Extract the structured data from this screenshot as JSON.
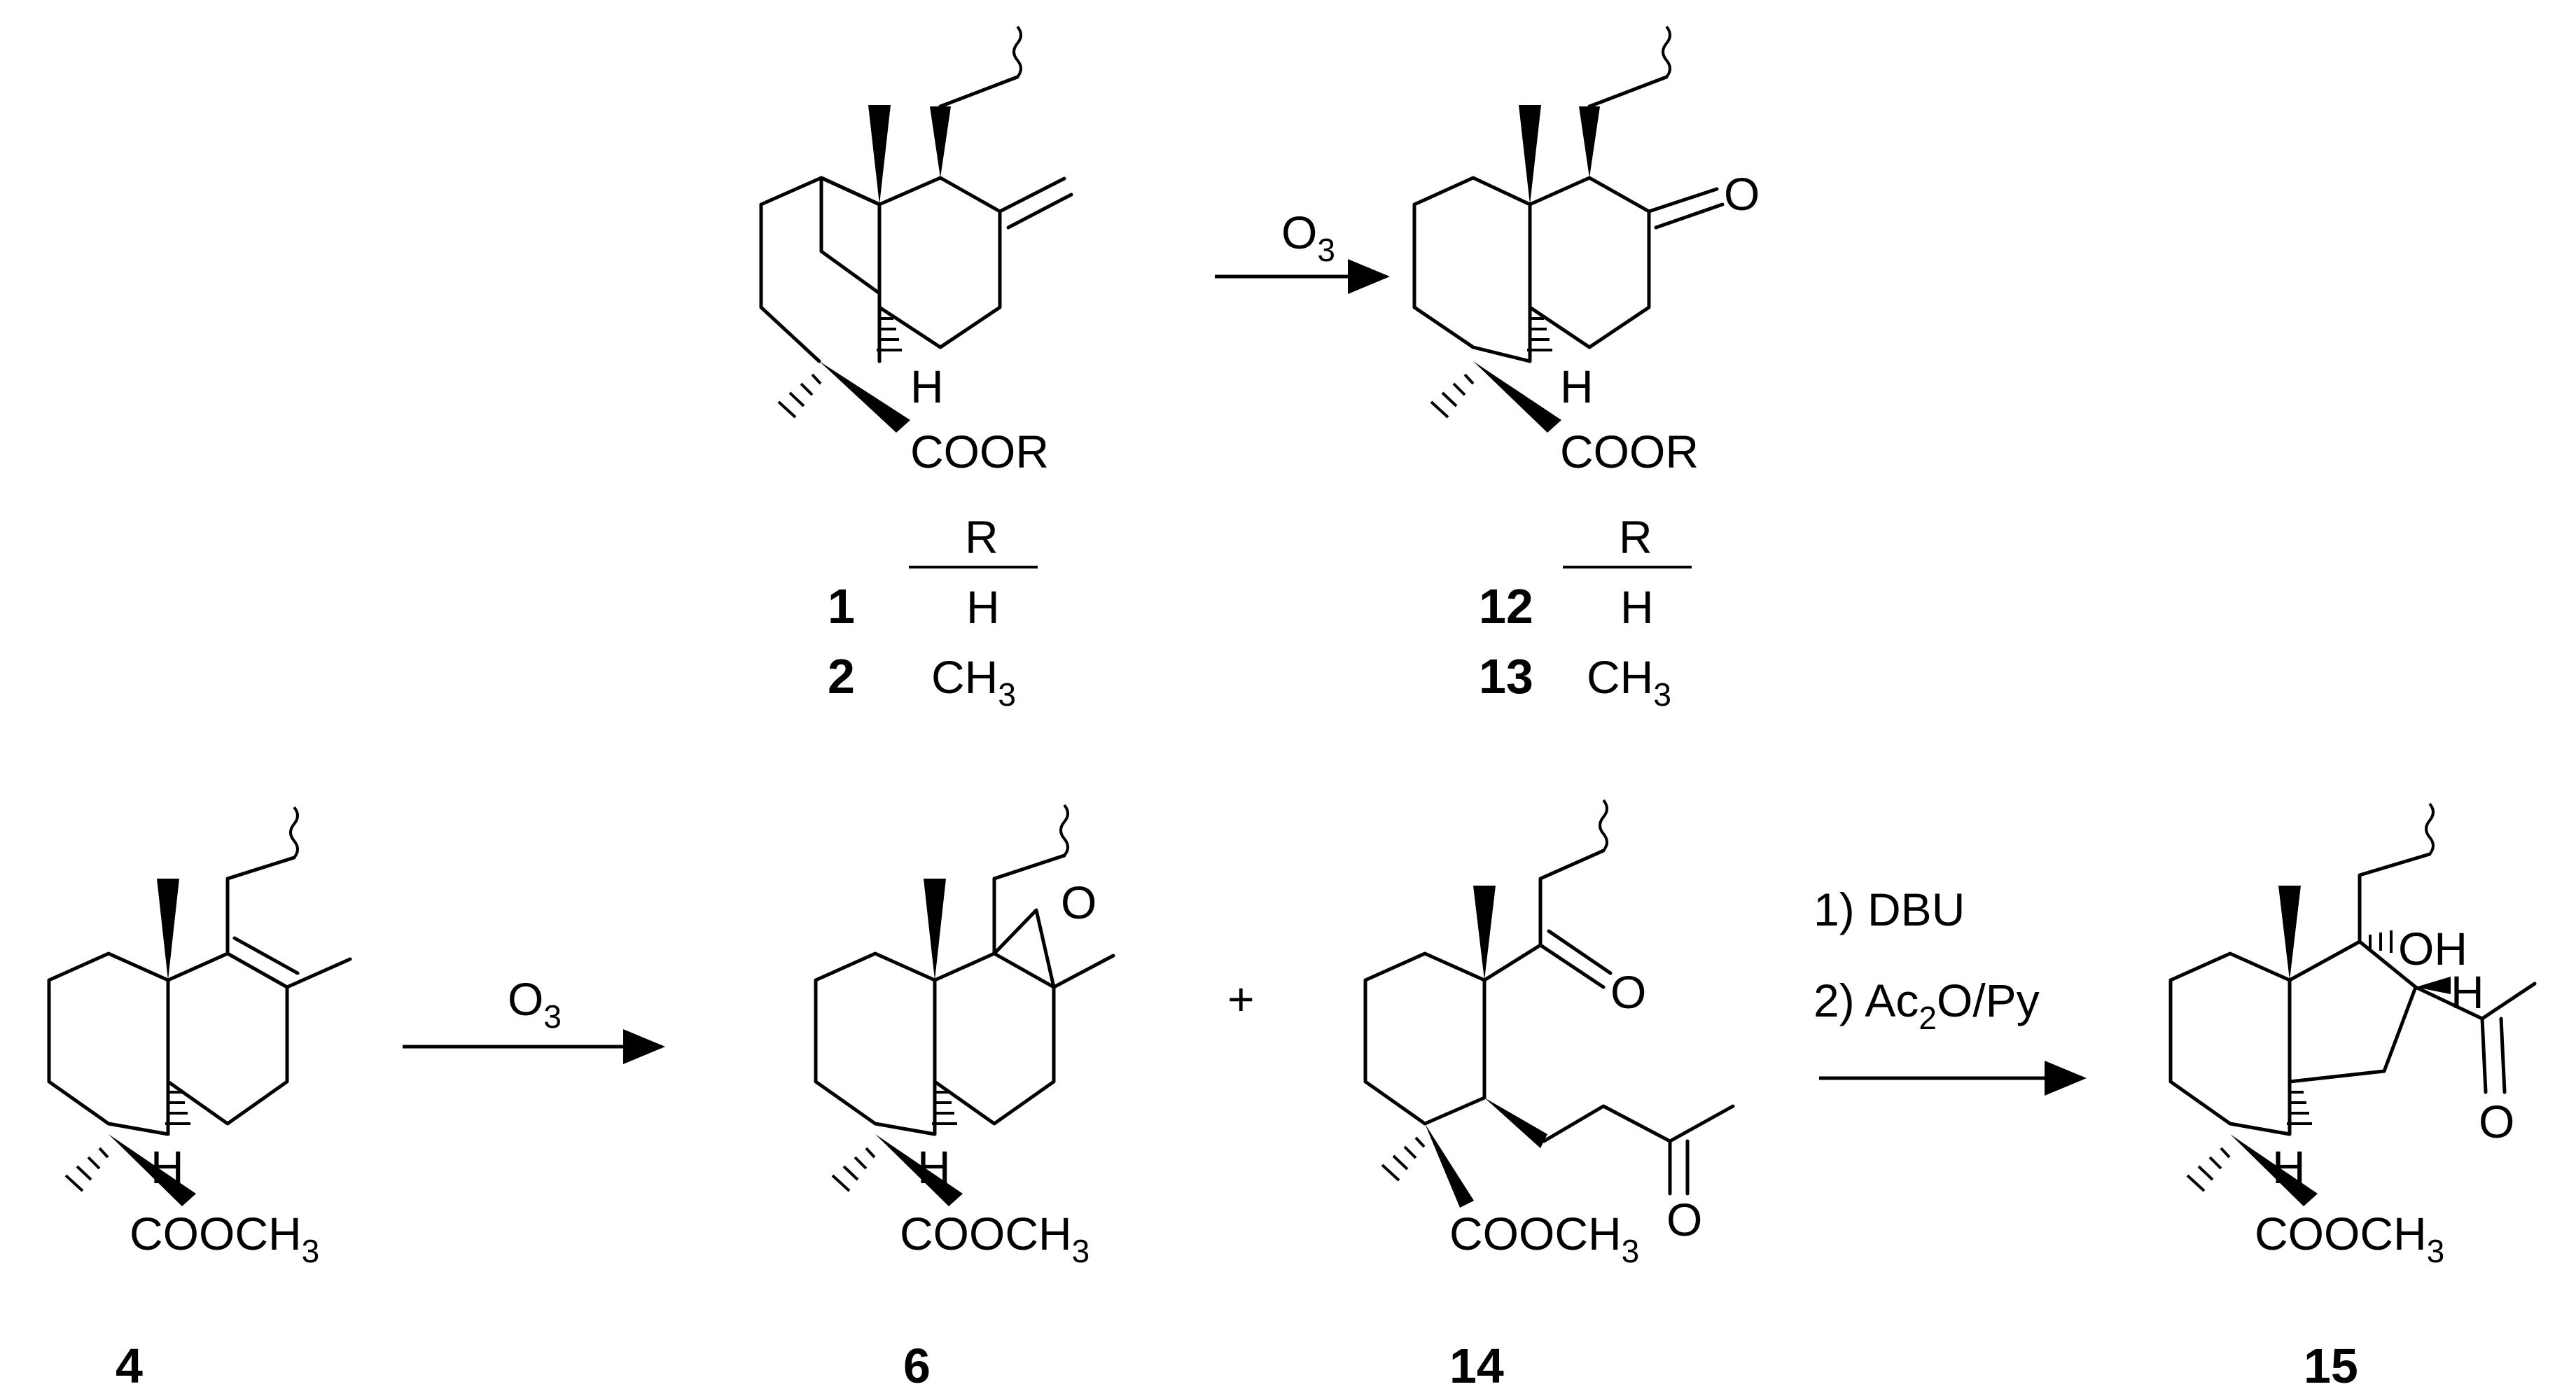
{
  "reactions": {
    "top": {
      "reagent": "O3"
    },
    "bottom_left": {
      "reagent": "O3"
    },
    "bottom_right": {
      "reagent_1": "1) DBU",
      "reagent_2": "2) Ac2O/Py"
    }
  },
  "plus_sign": "+",
  "labels": {
    "cooR": "COOR",
    "cooMe": "COOCH3",
    "h": "H",
    "o": "O",
    "oh": "OH"
  },
  "tables": {
    "left": {
      "header": "R",
      "rows": [
        {
          "compound": "1",
          "r": "H"
        },
        {
          "compound": "2",
          "r": "CH3"
        }
      ]
    },
    "right": {
      "header": "R",
      "rows": [
        {
          "compound": "12",
          "r": "H"
        },
        {
          "compound": "13",
          "r": "CH3"
        }
      ]
    }
  },
  "compounds": [
    "4",
    "6",
    "14",
    "15"
  ]
}
